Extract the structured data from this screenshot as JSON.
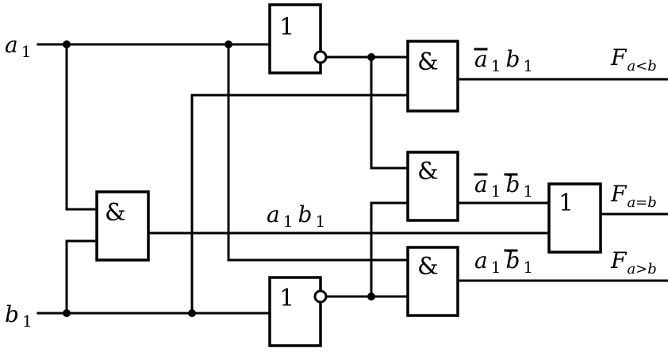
{
  "inputs": {
    "a": {
      "base": "a",
      "sub": "1"
    },
    "b": {
      "base": "b",
      "sub": "1"
    }
  },
  "gates": {
    "and_symbol": "&",
    "or_symbol": "1",
    "not_symbol": "1"
  },
  "terms": {
    "t1": {
      "a": "a",
      "a_sub": "1",
      "b": "b",
      "b_sub": "1",
      "a_bar": true,
      "b_bar": false
    },
    "t2": {
      "a": "a",
      "a_sub": "1",
      "b": "b",
      "b_sub": "1",
      "a_bar": true,
      "b_bar": true
    },
    "t3": {
      "a": "a",
      "a_sub": "1",
      "b": "b",
      "b_sub": "1",
      "a_bar": false,
      "b_bar": false
    },
    "t4": {
      "a": "a",
      "a_sub": "1",
      "b": "b",
      "b_sub": "1",
      "a_bar": false,
      "b_bar": true
    }
  },
  "outputs": {
    "lt": {
      "base": "F",
      "sub": "a<b"
    },
    "eq": {
      "base": "F",
      "sub": "a=b"
    },
    "gt": {
      "base": "F",
      "sub": "a>b"
    }
  }
}
